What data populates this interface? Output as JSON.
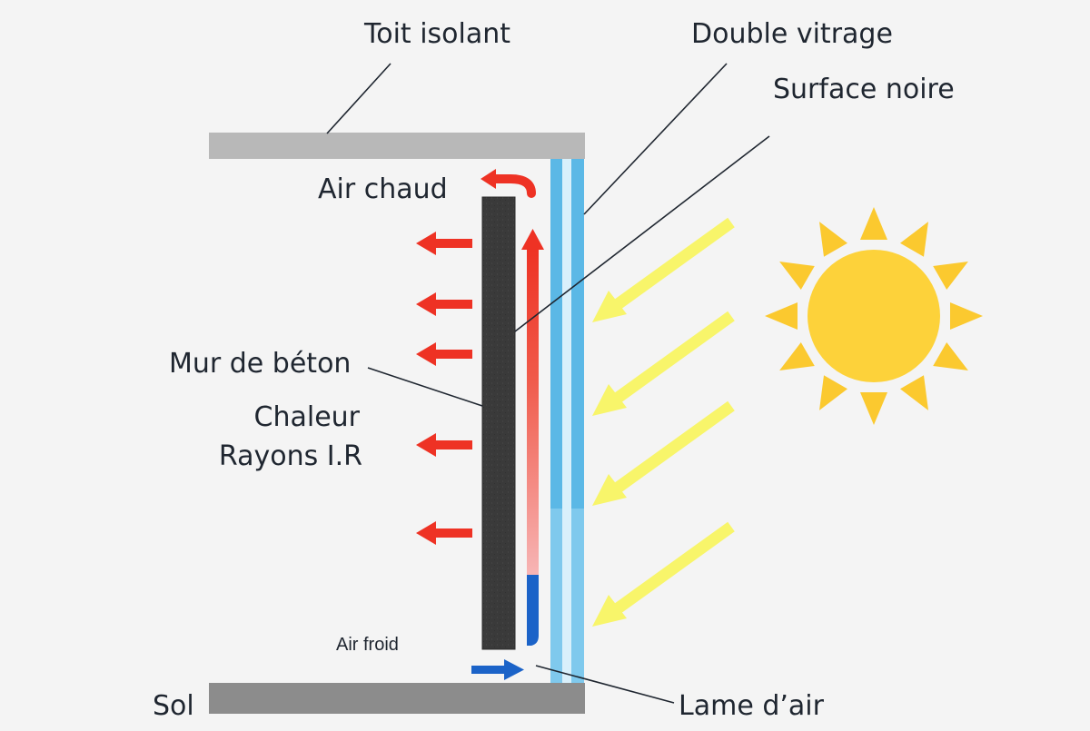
{
  "labels": {
    "roof": "Toit isolant",
    "glazing": "Double vitrage",
    "black_surface": "Surface noire",
    "warm_air": "Air chaud",
    "concrete_wall": "Mur de béton",
    "heat_line1": "Chaleur",
    "heat_line2": "Rayons I.R",
    "cold_air": "Air froid",
    "floor": "Sol",
    "air_gap": "Lame d’air"
  },
  "colors": {
    "background": "#f4f4f4",
    "roof": "#b8b8b8",
    "floor": "#8c8c8c",
    "wall": "#3a3a3a",
    "glass": "#5bb8e6",
    "glass_light": "#a8dcf4",
    "heat_arrow": "#f0392b",
    "cold_arrow": "#1b63c8",
    "sun": "#fdd23a",
    "sun_rays": "#fbc92f",
    "solar_arrow": "#f8f56a",
    "text": "#1f2630"
  },
  "icons": [
    "sun-icon",
    "solar-ray-arrow",
    "heat-arrow",
    "cold-air-arrow",
    "warm-air-arrow"
  ]
}
